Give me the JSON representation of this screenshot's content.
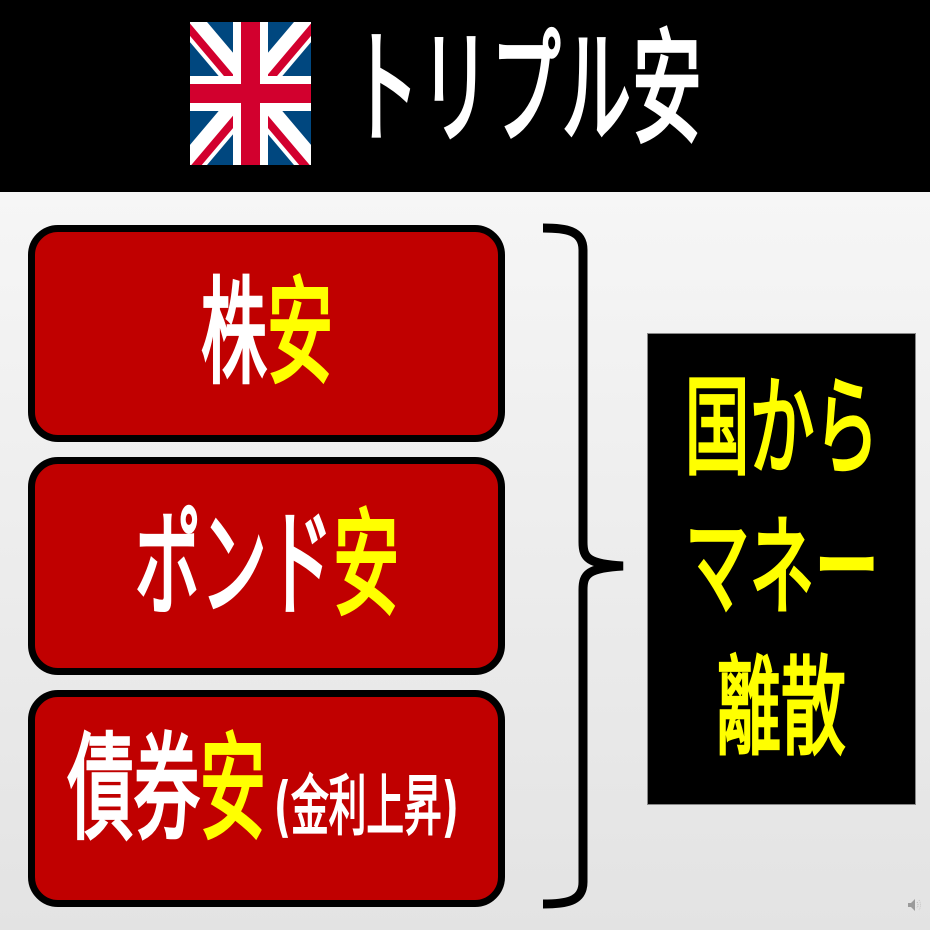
{
  "header": {
    "flag": "uk-flag",
    "title": "トリプル安"
  },
  "cards": [
    {
      "main": "株",
      "highlight": "安",
      "note": ""
    },
    {
      "main": "ポンド",
      "highlight": "安",
      "note": ""
    },
    {
      "main": "債券",
      "highlight": "安",
      "note": "(金利上昇)"
    }
  ],
  "result": {
    "lines": [
      "国から",
      "マネー",
      "離散"
    ]
  },
  "icons": {
    "brace": "right-curly-brace",
    "speaker": "speaker-icon"
  },
  "colors": {
    "header_bg": "#000000",
    "card_red": "#C00000",
    "highlight_yellow": "#FFFF00",
    "result_bg": "#000000",
    "text_white": "#FFFFFF"
  }
}
